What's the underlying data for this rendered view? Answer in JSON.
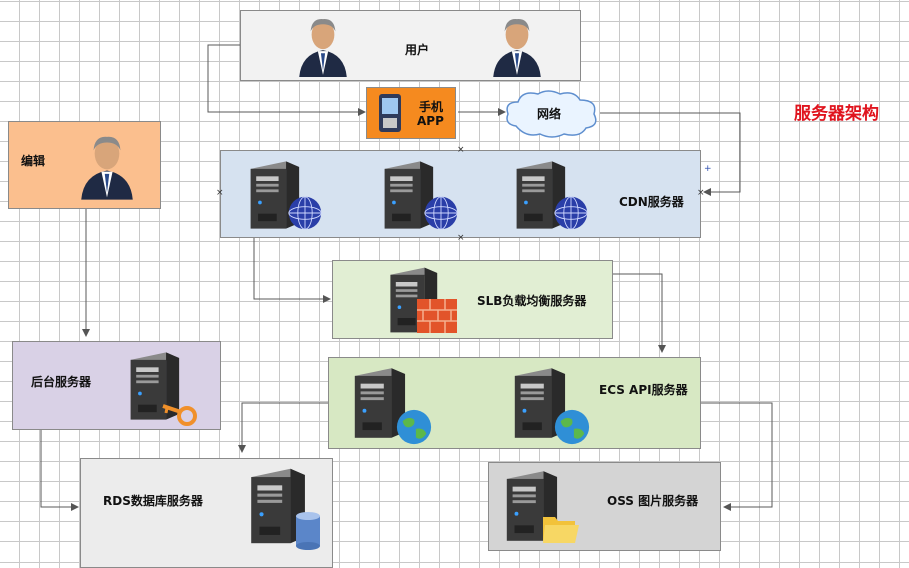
{
  "diagram": {
    "title": "服务器架构",
    "nodes": {
      "user": {
        "label": "用户"
      },
      "app": {
        "label_line1": "手机",
        "label_line2": "APP"
      },
      "network": {
        "label": "网络"
      },
      "editor": {
        "label": "编辑"
      },
      "cdn": {
        "label": "CDN服务器"
      },
      "slb": {
        "label": "SLB负载均衡服务器"
      },
      "backend": {
        "label": "后台服务器"
      },
      "ecs": {
        "label": "ECS  API服务器"
      },
      "rds": {
        "label": "RDS数据库服务器"
      },
      "oss": {
        "label": "OSS  图片服务器"
      }
    },
    "colors": {
      "title": "#e0141e",
      "user_fill": "#f2f2f2",
      "app_fill": "#f58a1f",
      "editor_fill": "#fbbf8e",
      "cdn_fill": "#d6e2f0",
      "slb_fill": "#e1eed3",
      "backend_fill": "#d9d1e6",
      "ecs_fill": "#d7e8c3",
      "rds_fill": "#ececec",
      "oss_fill": "#d4d4d4"
    }
  }
}
